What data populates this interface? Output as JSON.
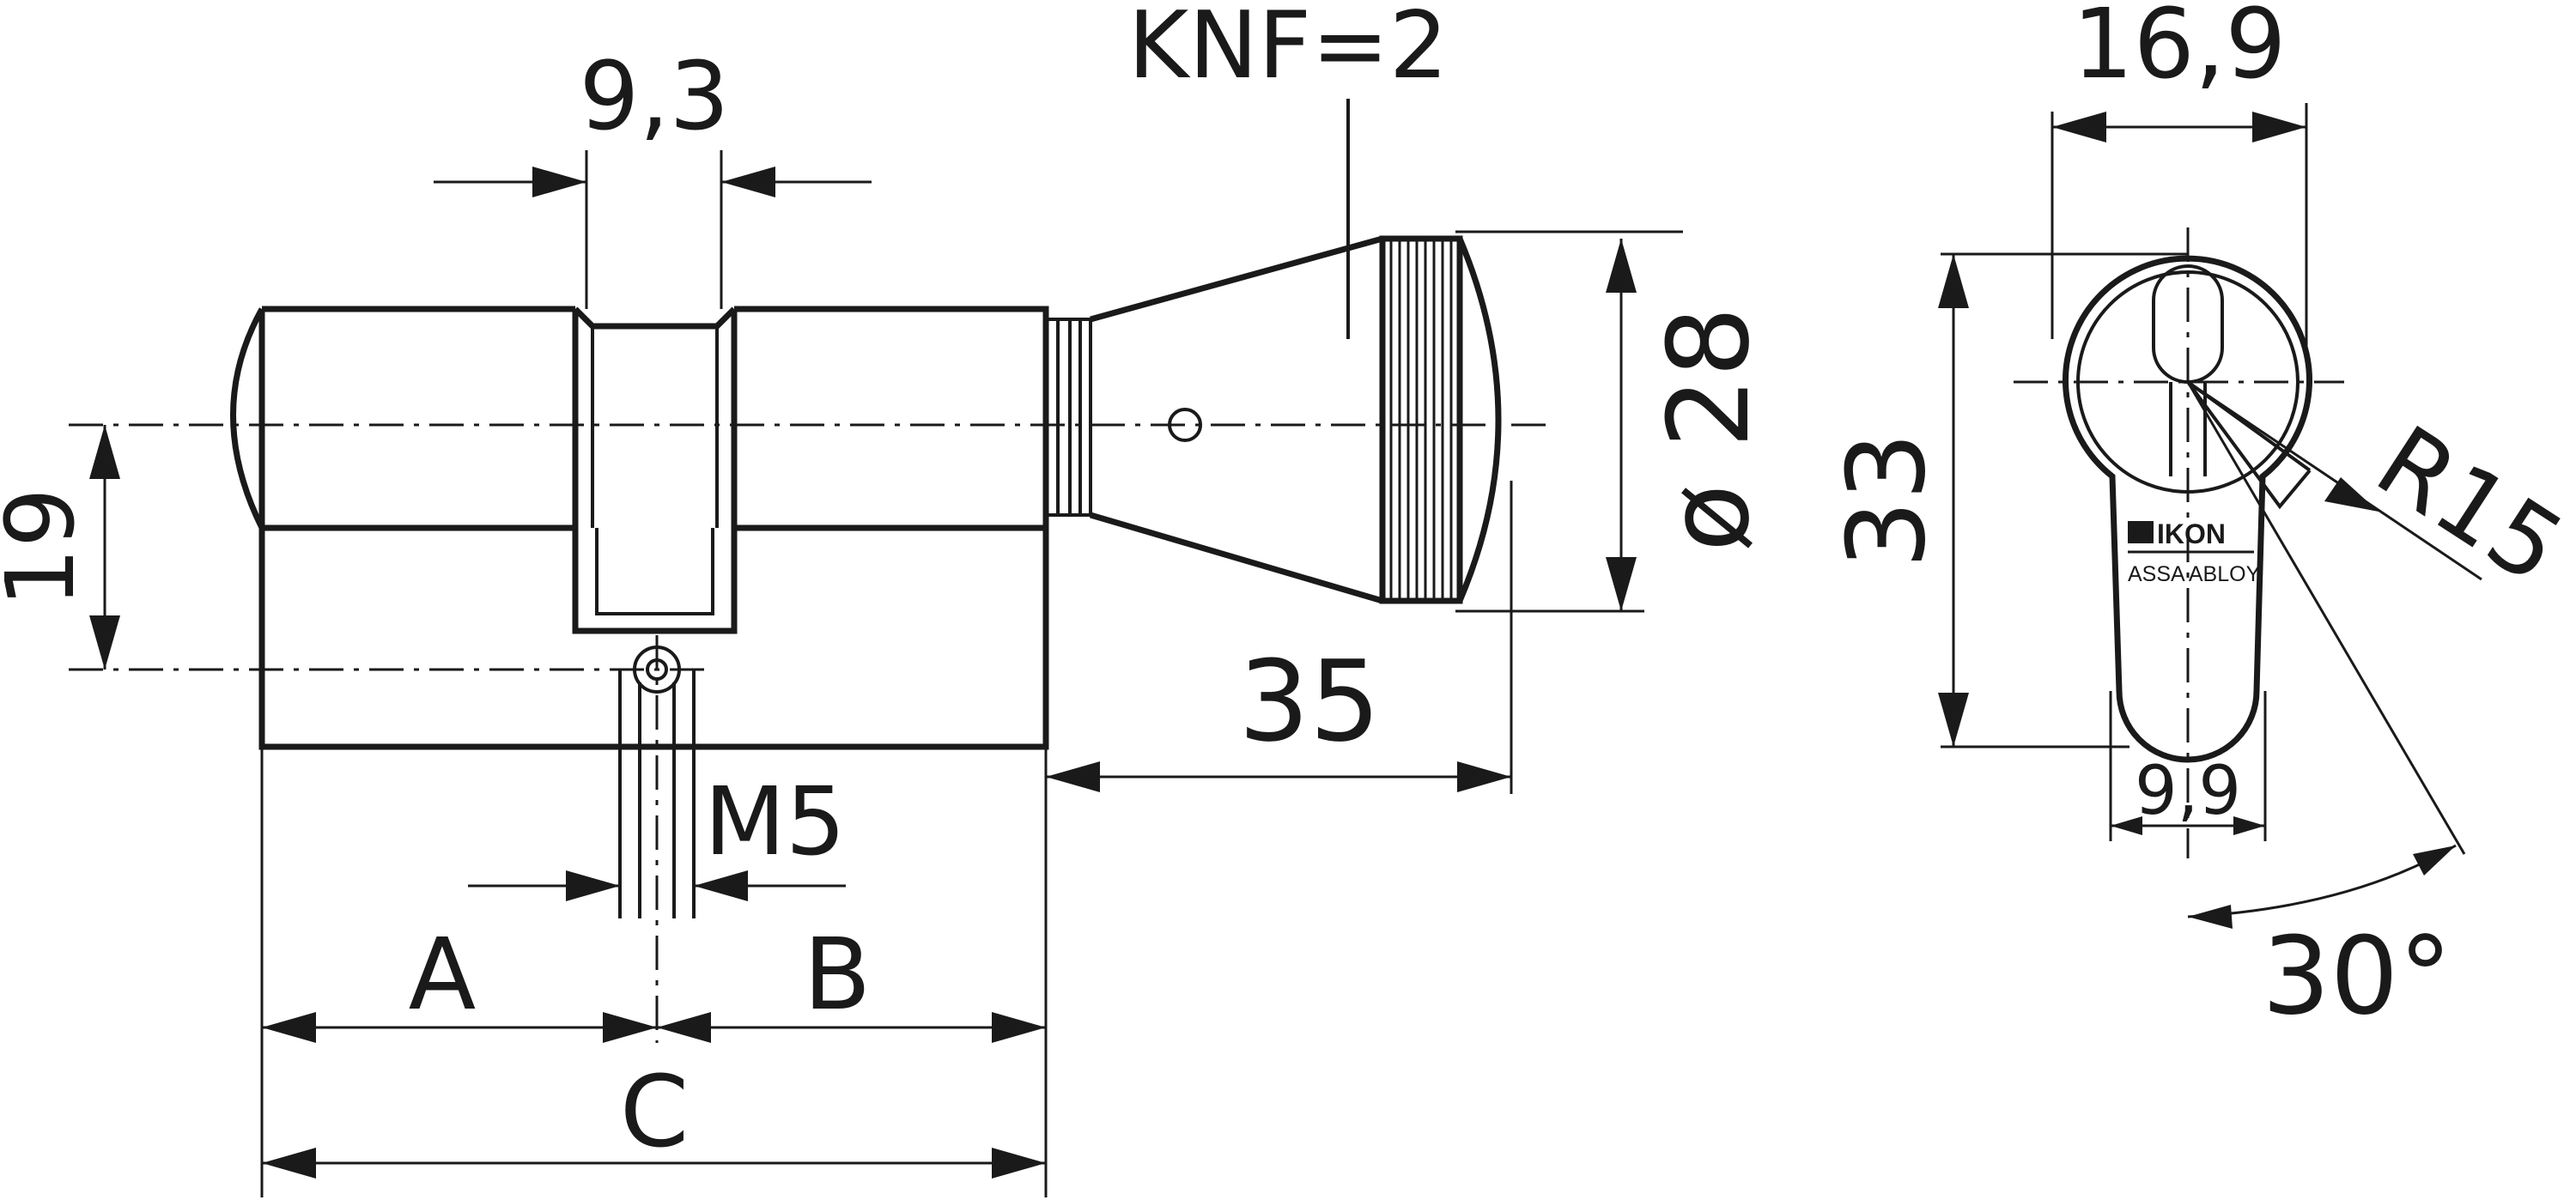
{
  "dimensions": {
    "width_93": "9,3",
    "knf": "KNF=2",
    "width_169": "16,9",
    "height_19": "19",
    "diameter_28": "ø 28",
    "length_35": "35",
    "thread_m5": "M5",
    "section_a": "A",
    "section_b": "B",
    "total_c": "C",
    "height_33": "33",
    "width_99": "9,9",
    "radius_r15": "R15",
    "angle_30": "30°"
  },
  "logo": {
    "brand": "IKON",
    "parent": "ASSA ABLOY"
  }
}
